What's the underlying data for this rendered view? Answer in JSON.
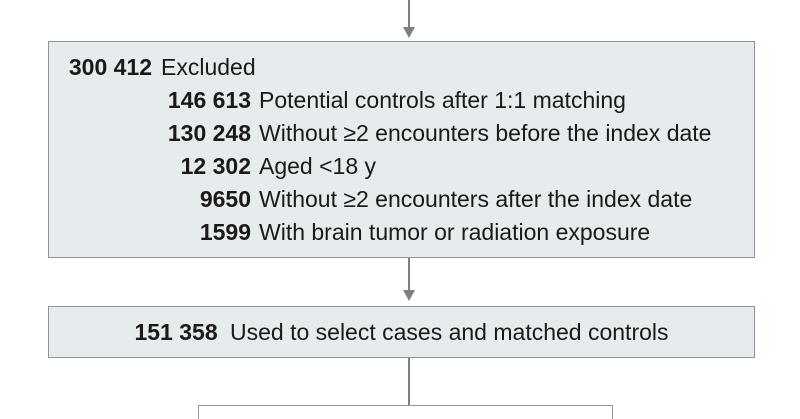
{
  "excluded_box": {
    "header": {
      "count": "300 412",
      "label": "Excluded"
    },
    "items": [
      {
        "count": "146 613",
        "label": "Potential controls after 1:1 matching"
      },
      {
        "count": "130 248",
        "label": "Without ≥2 encounters before the index date"
      },
      {
        "count": "12 302",
        "label": "Aged <18 y"
      },
      {
        "count": "9650",
        "label": "Without ≥2 encounters after the index date"
      },
      {
        "count": "1599",
        "label": "With brain tumor or radiation exposure"
      }
    ]
  },
  "selection_box": {
    "count": "151 358",
    "label": "Used to select cases and matched controls"
  },
  "colors": {
    "box_fill": "#e6ebee",
    "box_border": "#8e9499",
    "connector": "#7f7f7f",
    "text": "#1a1a1a"
  }
}
